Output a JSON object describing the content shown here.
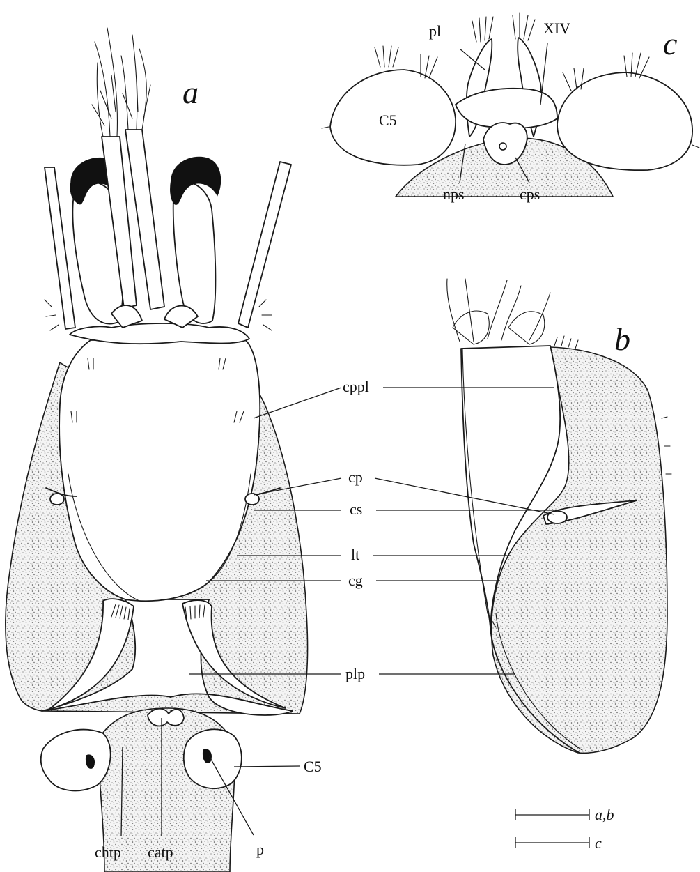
{
  "panels": {
    "a": "a",
    "b": "b",
    "c": "c"
  },
  "labels": {
    "pl": "pl",
    "xiv": "XIV",
    "c5_panel_c": "C5",
    "nps": "nps",
    "cps": "cps",
    "cppl": "cppl",
    "cp": "cp",
    "cs": "cs",
    "lt": "lt",
    "cg": "cg",
    "plp": "plp",
    "c5_panel_a": "C5",
    "chtp": "chtp",
    "catp": "catp",
    "p": "p"
  },
  "scale_bars": {
    "ab": "a,b",
    "c": "c"
  }
}
